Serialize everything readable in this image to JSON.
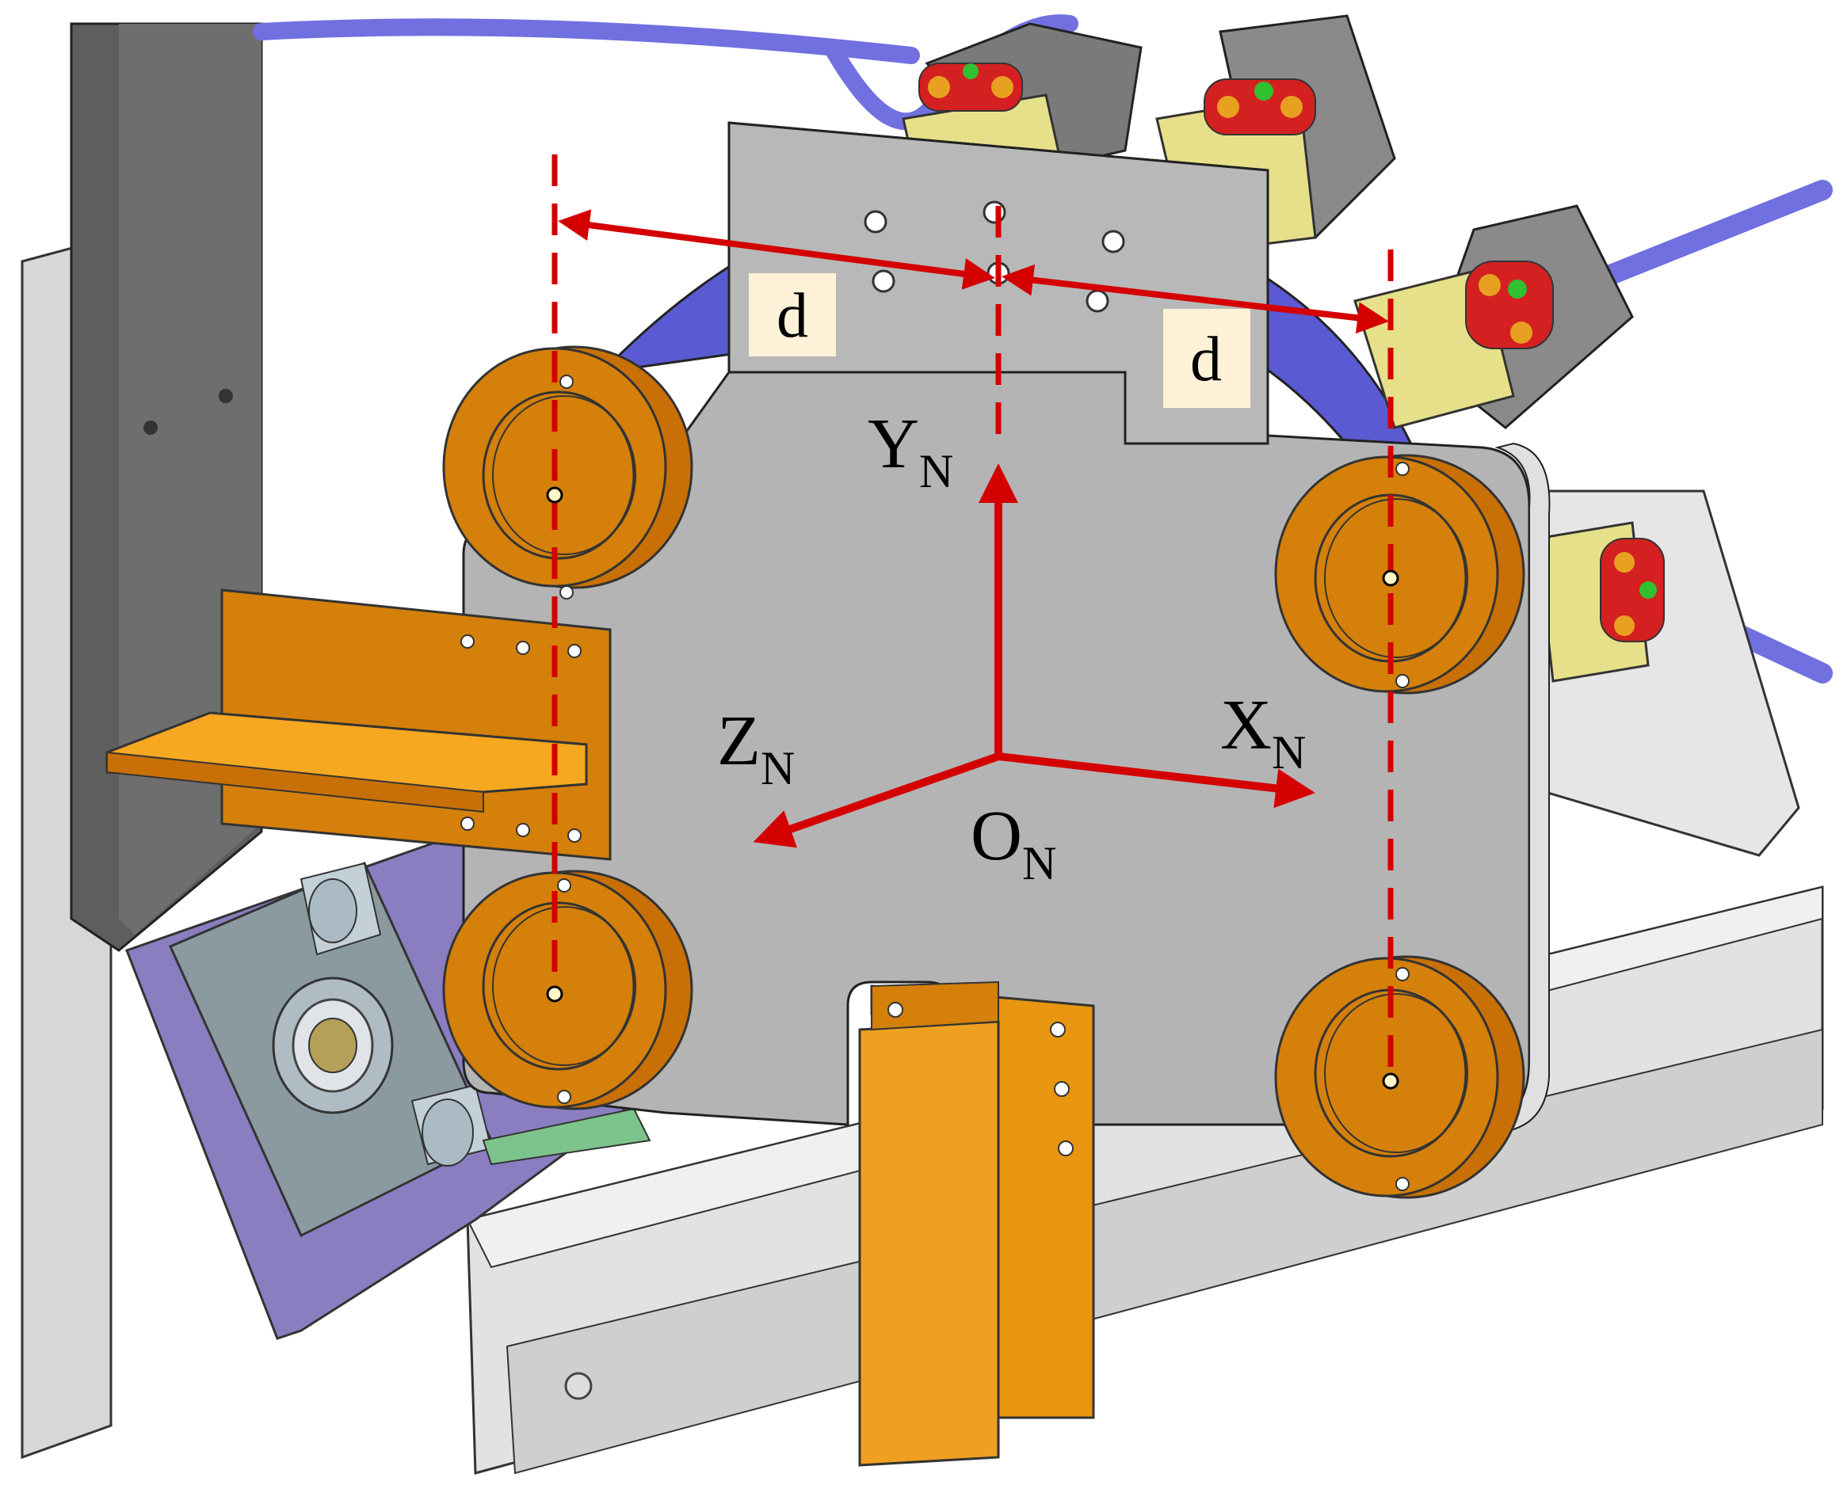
{
  "labels": {
    "dim_left": "d",
    "dim_right": "d",
    "axis_y": "Y",
    "axis_x": "X",
    "axis_z": "Z",
    "origin": "O",
    "subscript": "N"
  },
  "colors": {
    "plate": "#b4b4b4",
    "orange_part": "#d4800a",
    "orange_light": "#e8960f",
    "annotation_red": "#d40000",
    "purple_base": "#5a5ad2",
    "blue_tube": "#7070e0",
    "dark_frame": "#555555",
    "label_bg": "#fdf1d8"
  }
}
